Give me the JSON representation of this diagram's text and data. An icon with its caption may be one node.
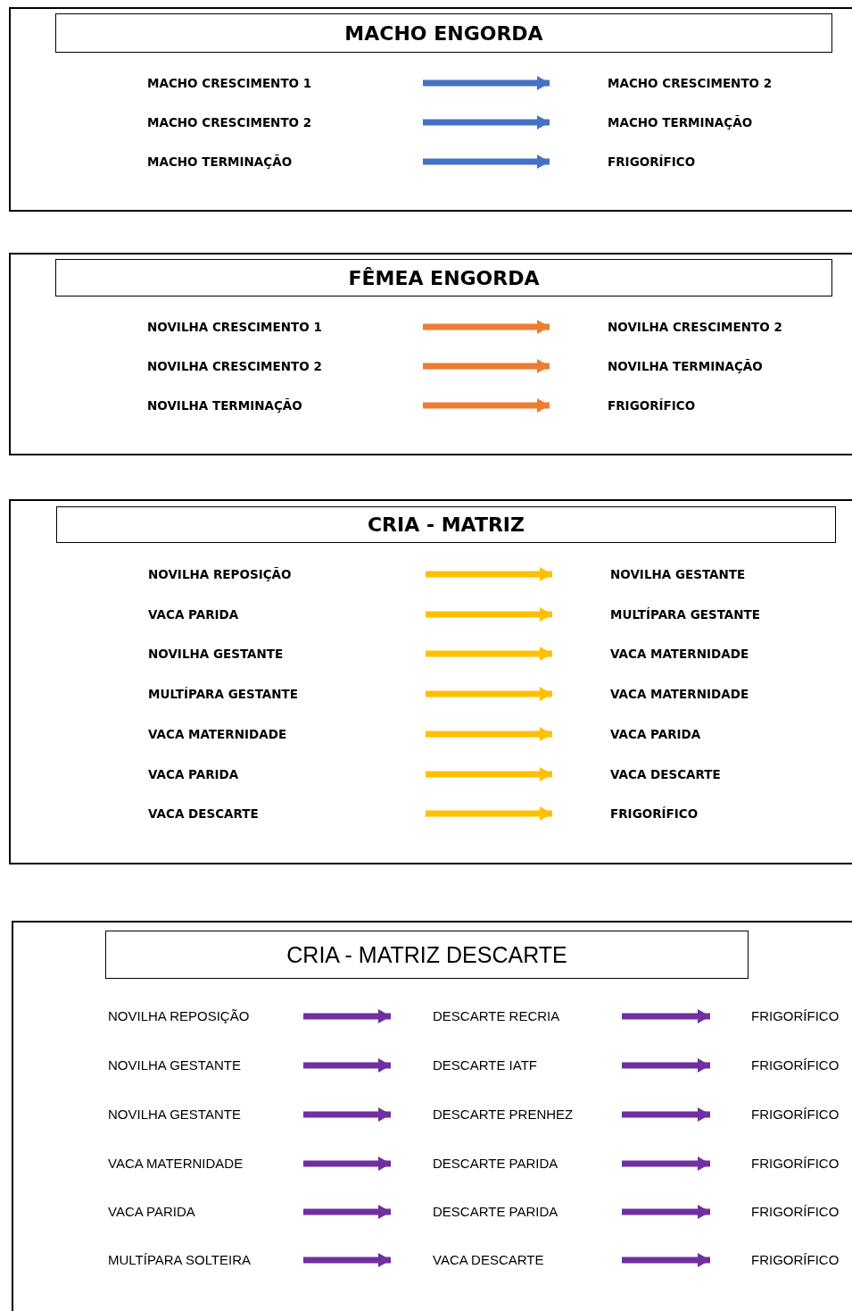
{
  "diagram": {
    "nodes": [
      {
        "text": [],
        "shape": "box"
      },
      {
        "text": [
          "MACHO ENGORDA"
        ],
        "in": 0
      },
      {
        "text": [
          "MACHO CRESCIMENTO 1"
        ],
        "in": 0
      },
      {
        "text": [
          "MACHO CRESCIMENTO 2"
        ],
        "in": 0
      },
      {
        "text": [
          "MACHO CRESCIMENTO 2"
        ],
        "in": 0
      },
      {
        "text": [
          "MACHO TERMINAÇÃO"
        ],
        "in": 0
      },
      {
        "text": [
          "MACHO TERMINAÇÃO"
        ],
        "in": 0
      },
      {
        "text": [
          "FRIGORÍFICO"
        ],
        "in": 0
      },
      {
        "text": [],
        "shape": "box"
      },
      {
        "text": [
          "FÊMEA ENGORDA"
        ],
        "in": 8
      },
      {
        "text": [
          "NOVILHA CRESCIMENTO 1"
        ],
        "in": 8
      },
      {
        "text": [
          "NOVILHA CRESCIMENTO 2"
        ],
        "in": 8
      },
      {
        "text": [
          "NOVILHA CRESCIMENTO 2"
        ],
        "in": 8
      },
      {
        "text": [
          "NOVILHA TERMINAÇÃO"
        ],
        "in": 8
      },
      {
        "text": [
          "NOVILHA TERMINAÇÃO"
        ],
        "in": 8
      },
      {
        "text": [
          "FRIGORÍFICO"
        ],
        "in": 8
      },
      {
        "text": [],
        "shape": "box"
      },
      {
        "text": [
          "CRIA - MATRIZ"
        ],
        "in": 16
      },
      {
        "text": [
          "NOVILHA REPOSIÇÃO"
        ],
        "in": 16
      },
      {
        "text": [
          "NOVILHA GESTANTE"
        ],
        "in": 16
      },
      {
        "text": [
          "VACA PARIDA"
        ],
        "in": 16
      },
      {
        "text": [
          "MULTÍPARA GESTANTE"
        ],
        "in": 16
      },
      {
        "text": [
          "NOVILHA GESTANTE"
        ],
        "in": 16
      },
      {
        "text": [
          "VACA MATERNIDADE"
        ],
        "in": 16
      },
      {
        "text": [
          "MULTÍPARA GESTANTE"
        ],
        "in": 16
      },
      {
        "text": [
          "VACA MATERNIDADE"
        ],
        "in": 16
      },
      {
        "text": [
          "VACA MATERNIDADE"
        ],
        "in": 16
      },
      {
        "text": [
          "VACA PARIDA"
        ],
        "in": 16
      },
      {
        "text": [
          "VACA PARIDA"
        ],
        "in": 16
      },
      {
        "text": [
          "VACA DESCARTE"
        ],
        "in": 16
      },
      {
        "text": [
          "VACA DESCARTE"
        ],
        "in": 16
      },
      {
        "text": [
          "FRIGORÍFICO"
        ],
        "in": 16
      },
      {
        "text": [],
        "shape": "box"
      },
      {
        "text": [
          "CRIA - MATRIZ DESCARTE"
        ],
        "in": 32
      },
      {
        "text": [
          "NOVILHA REPOSIÇÃO"
        ],
        "in": 32
      },
      {
        "text": [
          "DESCARTE RECRIA"
        ],
        "in": 32
      },
      {
        "text": [
          "FRIGORÍFICO"
        ],
        "in": 32
      },
      {
        "text": [
          "NOVILHA GESTANTE"
        ],
        "in": 32
      },
      {
        "text": [
          "DESCARTE IATF"
        ],
        "in": 32
      },
      {
        "text": [
          "FRIGORÍFICO"
        ],
        "in": 32
      },
      {
        "text": [
          "NOVILHA GESTANTE"
        ],
        "in": 32
      },
      {
        "text": [
          "DESCARTE PRENHEZ"
        ],
        "in": 32
      },
      {
        "text": [
          "FRIGORÍFICO"
        ],
        "in": 32
      },
      {
        "text": [
          "VACA MATERNIDADE"
        ],
        "in": 32
      },
      {
        "text": [
          "DESCARTE PARIDA"
        ],
        "in": 32
      },
      {
        "text": [
          "FRIGORÍFICO"
        ],
        "in": 32
      },
      {
        "text": [
          "VACA PARIDA"
        ],
        "in": 32
      },
      {
        "text": [
          "DESCARTE PARIDA"
        ],
        "in": 32
      },
      {
        "text": [
          "FRIGORÍFICO"
        ],
        "in": 32
      },
      {
        "text": [
          "MULTÍPARA SOLTEIRA"
        ],
        "in": 32
      },
      {
        "text": [
          "VACA DESCARTE"
        ],
        "in": 32
      },
      {
        "text": [
          "FRIGORÍFICO"
        ],
        "in": 32
      }
    ],
    "edges": [
      {
        "from": 2,
        "to": 3,
        "arrow": "to",
        "color": "#4472c4"
      },
      {
        "from": 4,
        "to": 5,
        "arrow": "to",
        "color": "#4472c4"
      },
      {
        "from": 6,
        "to": 7,
        "arrow": "to",
        "color": "#4472c4"
      },
      {
        "from": 10,
        "to": 11,
        "arrow": "to",
        "color": "#ed7d31"
      },
      {
        "from": 12,
        "to": 13,
        "arrow": "to",
        "color": "#ed7d31"
      },
      {
        "from": 14,
        "to": 15,
        "arrow": "to",
        "color": "#ed7d31"
      },
      {
        "from": 18,
        "to": 19,
        "arrow": "to",
        "color": "#ffc000"
      },
      {
        "from": 20,
        "to": 21,
        "arrow": "to",
        "color": "#ffc000"
      },
      {
        "from": 22,
        "to": 23,
        "arrow": "to",
        "color": "#ffc000"
      },
      {
        "from": 24,
        "to": 25,
        "arrow": "to",
        "color": "#ffc000"
      },
      {
        "from": 26,
        "to": 27,
        "arrow": "to",
        "color": "#ffc000"
      },
      {
        "from": 28,
        "to": 29,
        "arrow": "to",
        "color": "#ffc000"
      },
      {
        "from": 30,
        "to": 31,
        "arrow": "to",
        "color": "#ffc000"
      },
      {
        "from": 34,
        "to": 35,
        "arrow": "to"
      },
      {
        "from": 35,
        "to": 36,
        "arrow": "to"
      },
      {
        "from": 37,
        "to": 38,
        "arrow": "to"
      },
      {
        "from": 38,
        "to": 39,
        "arrow": "to"
      },
      {
        "from": 40,
        "to": 41,
        "arrow": "to"
      },
      {
        "from": 41,
        "to": 42,
        "arrow": "to"
      },
      {
        "from": 43,
        "to": 44,
        "arrow": "to"
      },
      {
        "from": 44,
        "to": 45,
        "arrow": "to"
      },
      {
        "from": 46,
        "to": 47,
        "arrow": "to"
      },
      {
        "from": 47,
        "to": 48,
        "arrow": "to"
      },
      {
        "from": 49,
        "to": 50,
        "arrow": "to"
      },
      {
        "from": 50,
        "to": 51,
        "arrow": "to"
      }
    ]
  }
}
